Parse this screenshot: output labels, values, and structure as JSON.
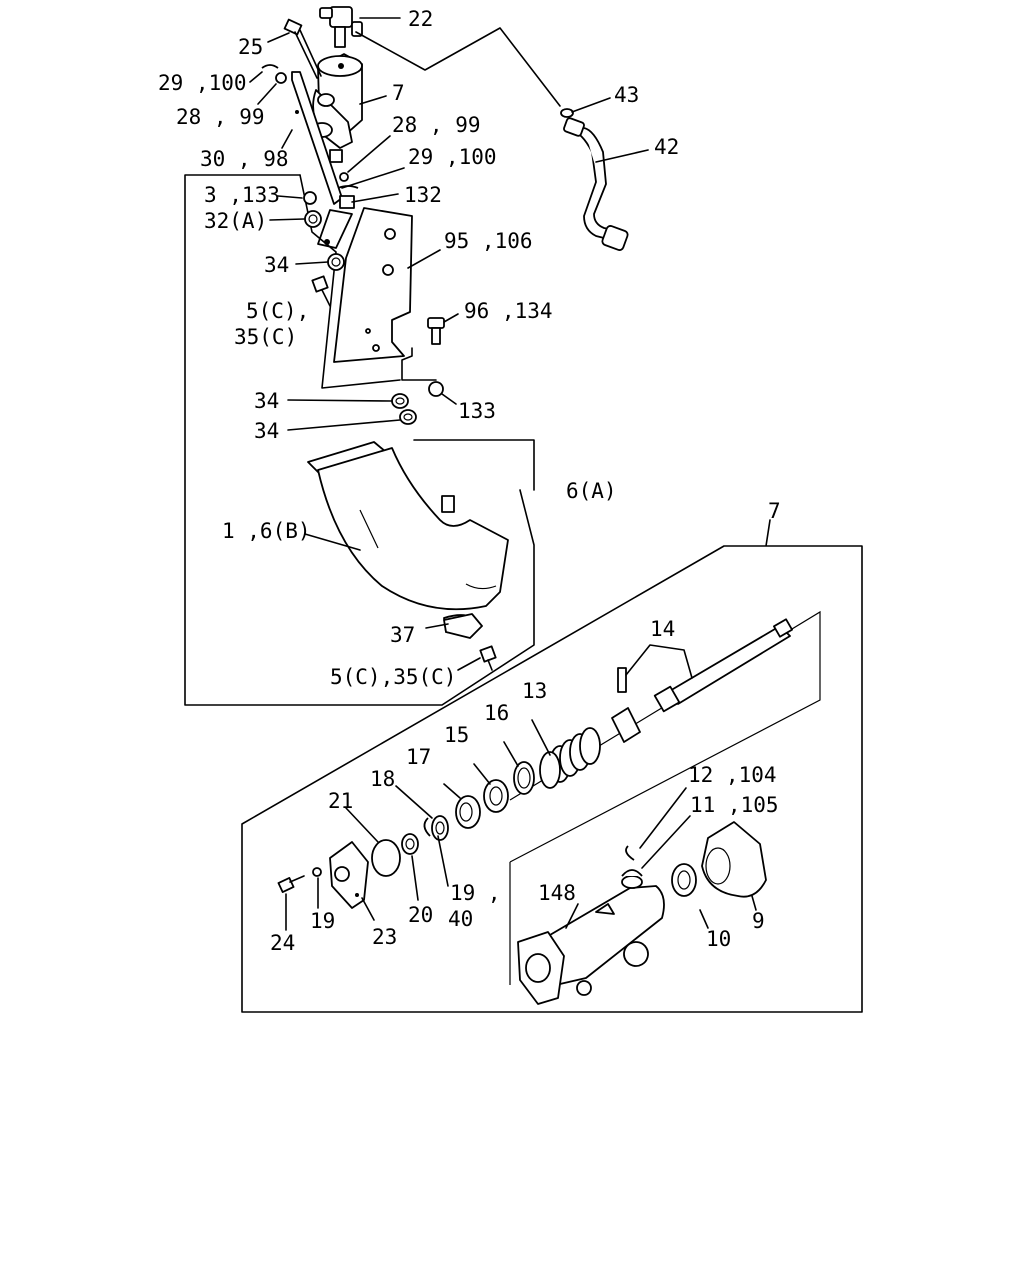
{
  "labels": {
    "l22": "22",
    "l25": "25",
    "l29_100_a": "29 ,100",
    "l28_99_a": "28 , 99",
    "l7_top": "7",
    "l43": "43",
    "l42": "42",
    "l28_99_b": "28 , 99",
    "l29_100_b": "29 ,100",
    "l30_98": "30 , 98",
    "l3_133": "3 ,133",
    "l132": "132",
    "l32a": "32(A)",
    "l95_106": "95 ,106",
    "l34_a": "34",
    "l5c": "5(C),",
    "l96_134": "96 ,134",
    "l35c": "35(C)",
    "l34_b": "34",
    "l133": "133",
    "l34_c": "34",
    "l6a": "6(A)",
    "l1_6b": "1 ,6(B)",
    "l7_box": "7",
    "l37": "37",
    "l5c_35c": "5(C),35(C)",
    "l14": "14",
    "l13": "13",
    "l16": "16",
    "l15": "15",
    "l17": "17",
    "l18": "18",
    "l21": "21",
    "l12_104": "12 ,104",
    "l11_105": "11 ,105",
    "l19_40_a": "19 ,",
    "l19_40_b": "40",
    "l148": "148",
    "l9": "9",
    "l19": "19",
    "l20": "20",
    "l23": "23",
    "l24": "24",
    "l10": "10"
  }
}
